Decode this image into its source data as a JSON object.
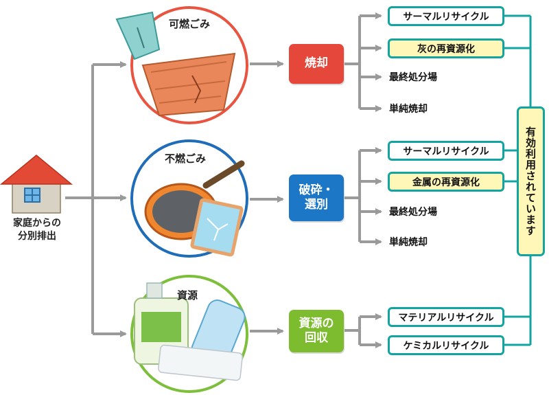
{
  "source": {
    "label": "家庭からの\n分別排出",
    "line1": "家庭からの",
    "line2": "分別排出"
  },
  "categories": [
    {
      "name": "可燃ごみ",
      "ring_color": "#e8543f"
    },
    {
      "name": "不燃ごみ",
      "ring_color": "#1f6db8"
    },
    {
      "name": "資源",
      "ring_color": "#7dbf3a"
    }
  ],
  "processes": [
    {
      "line1": "焼却",
      "line2": "",
      "color": "#e5473a"
    },
    {
      "line1": "破砕・",
      "line2": "選別",
      "color": "#1c78c7"
    },
    {
      "line1": "資源の",
      "line2": "回収",
      "color": "#7dbb2f"
    }
  ],
  "outputs": {
    "burnable": [
      "サーマルリサイクル",
      "灰の再資源化",
      "最終処分場",
      "単純焼却"
    ],
    "nonburnable": [
      "サーマルリサイクル",
      "金属の再資源化",
      "最終処分場",
      "単純焼却"
    ],
    "resource": [
      "マテリアルリサイクル",
      "ケミカルリサイクル"
    ]
  },
  "summary": "有効利用されています",
  "colors": {
    "arrow": "#9a9a9a",
    "teal": "#12a4a0",
    "highlight": "#fff7b8"
  }
}
